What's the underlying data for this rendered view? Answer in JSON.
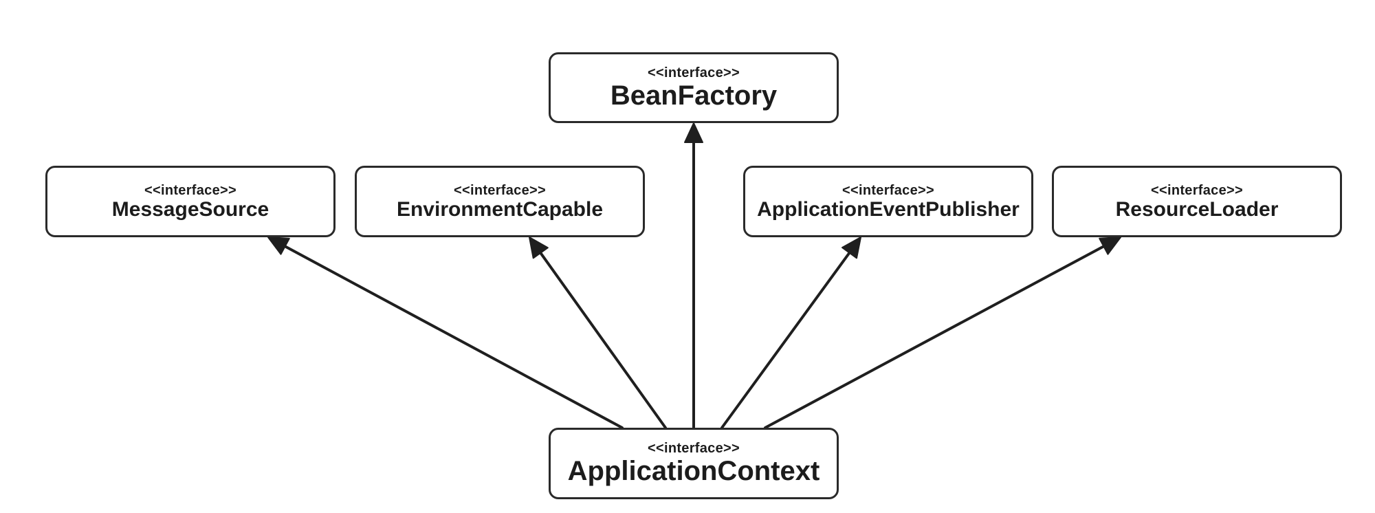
{
  "stereotype": "<<interface>>",
  "nodes": {
    "bean_factory": {
      "name": "BeanFactory"
    },
    "message_source": {
      "name": "MessageSource"
    },
    "environment_capable": {
      "name": "EnvironmentCapable"
    },
    "application_event_publisher": {
      "name": "ApplicationEventPublisher"
    },
    "resource_loader": {
      "name": "ResourceLoader"
    },
    "application_context": {
      "name": "ApplicationContext"
    }
  },
  "edges": [
    {
      "from": "application_context",
      "to": "message_source",
      "relation": "extends"
    },
    {
      "from": "application_context",
      "to": "environment_capable",
      "relation": "extends"
    },
    {
      "from": "application_context",
      "to": "bean_factory",
      "relation": "extends"
    },
    {
      "from": "application_context",
      "to": "application_event_publisher",
      "relation": "extends"
    },
    {
      "from": "application_context",
      "to": "resource_loader",
      "relation": "extends"
    }
  ],
  "colors": {
    "line": "#1f1f1f",
    "border": "#2a2a2a",
    "text": "#1c1c1c",
    "background": "#ffffff"
  }
}
